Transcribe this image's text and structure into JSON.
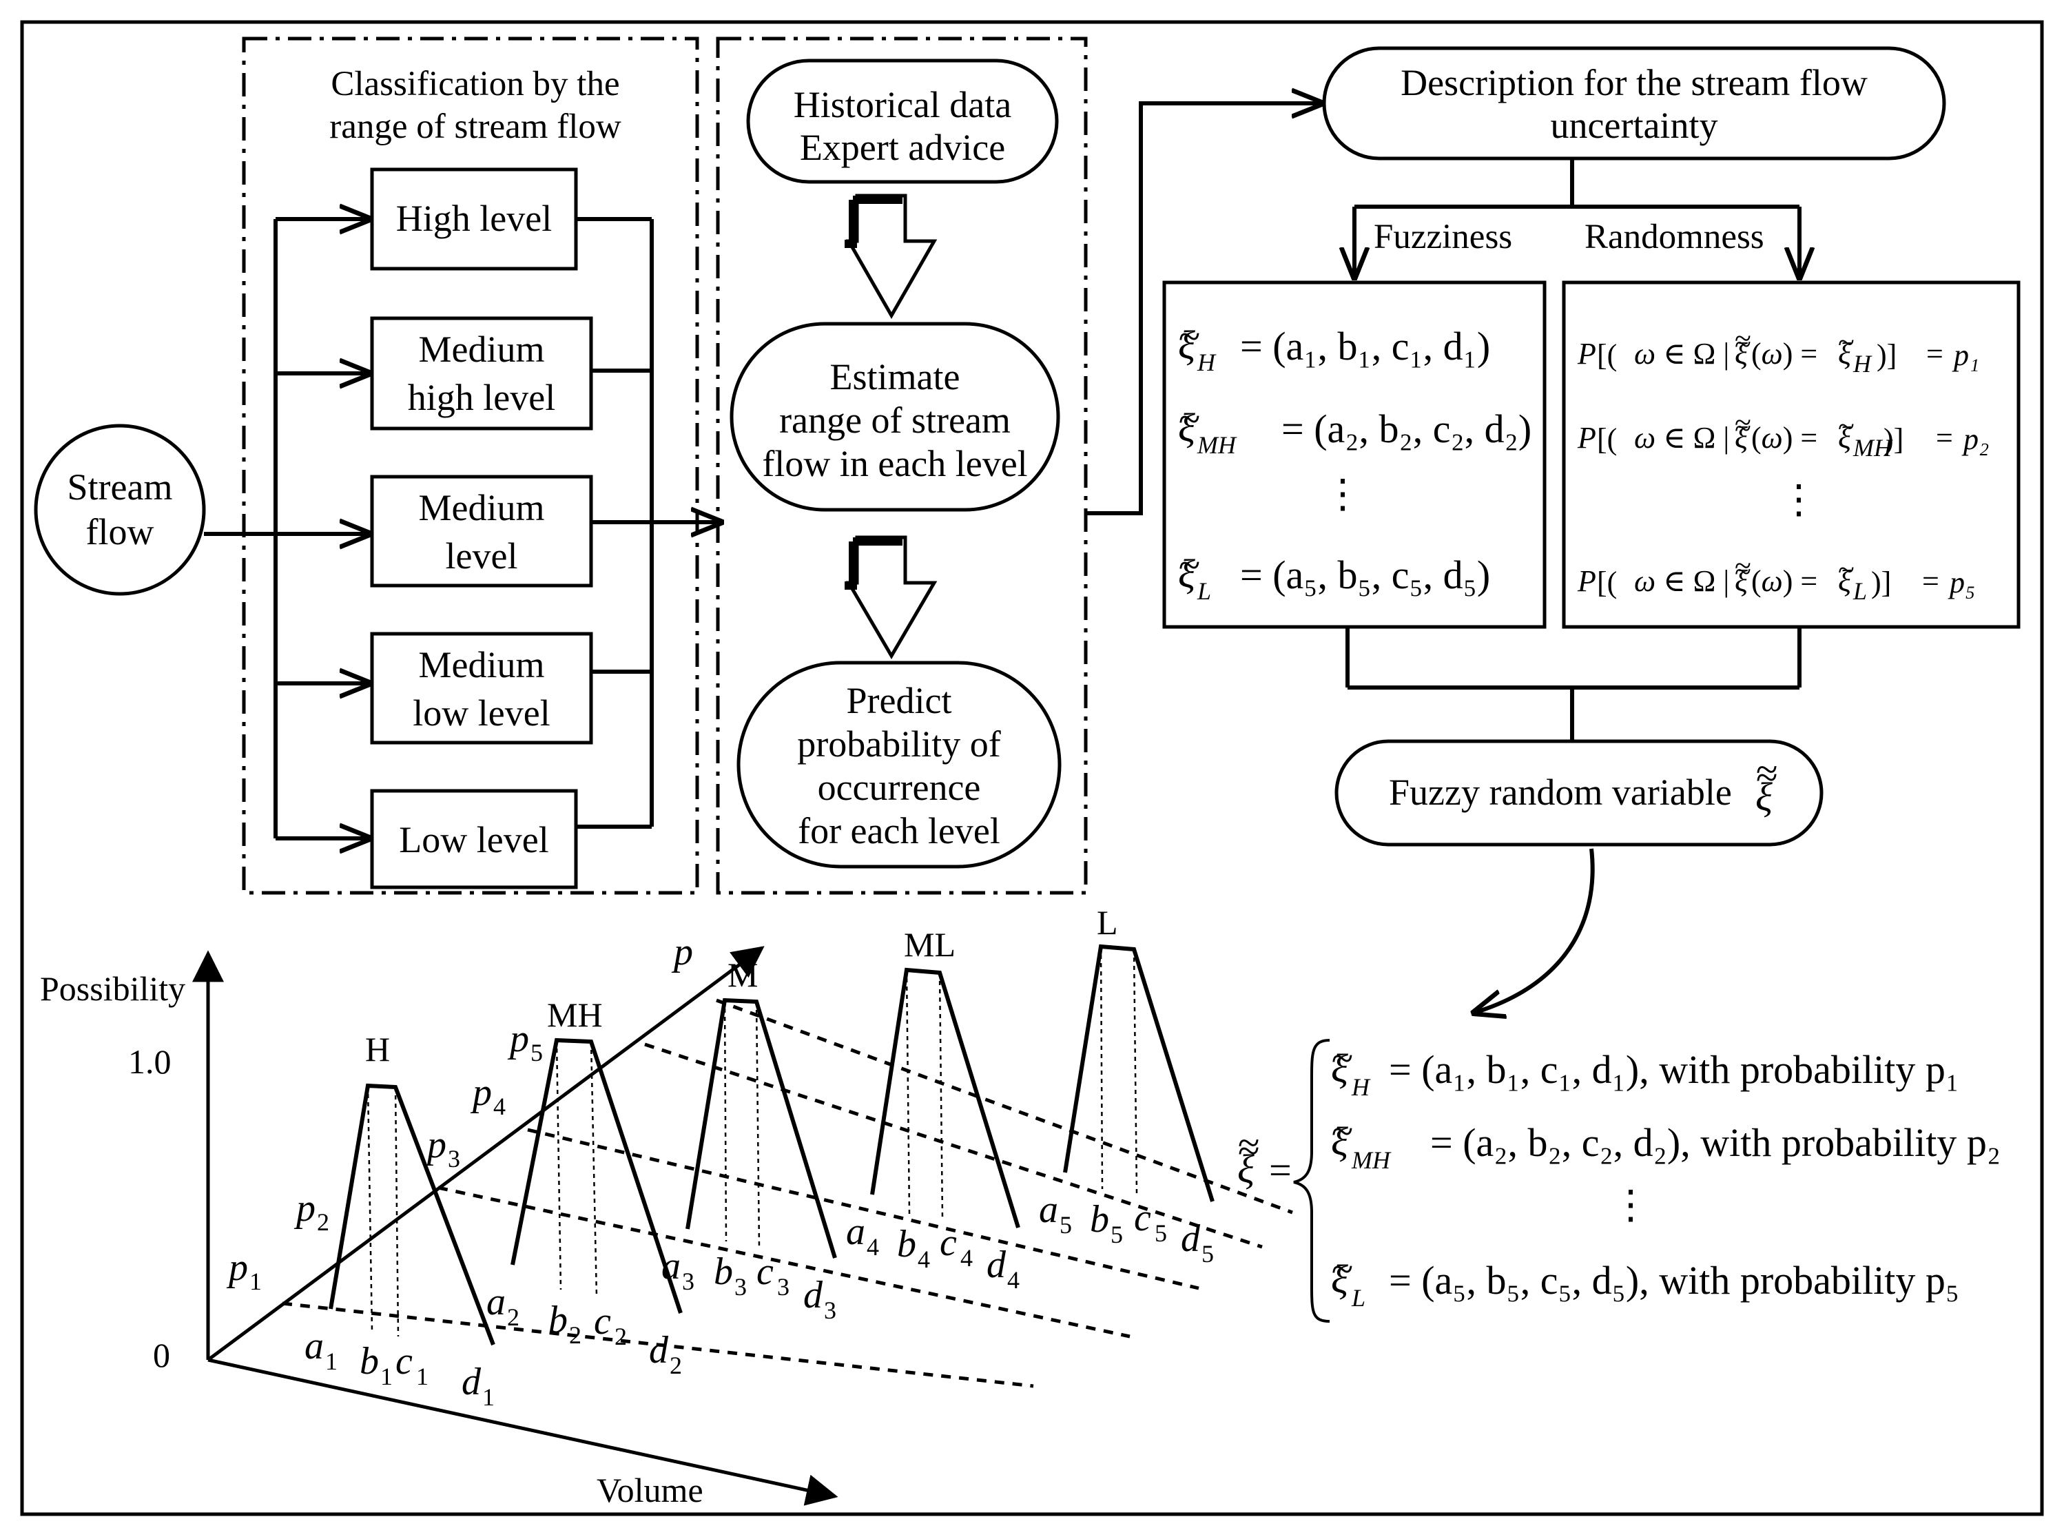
{
  "classification": {
    "title_line1": "Classification by the",
    "title_line2": "range of stream flow",
    "levels": [
      {
        "line1": "High level",
        "line2": ""
      },
      {
        "line1": "Medium",
        "line2": "high level"
      },
      {
        "line1": "Medium",
        "line2": "level"
      },
      {
        "line1": "Medium",
        "line2": "low level"
      },
      {
        "line1": "Low level",
        "line2": ""
      }
    ]
  },
  "stream_flow": {
    "line1": "Stream",
    "line2": "flow"
  },
  "process": {
    "historical_line1": "Historical data",
    "historical_line2": "Expert advice",
    "estimate_line1": "Estimate",
    "estimate_line2": "range of stream",
    "estimate_line3": "flow in each level",
    "predict_line1": "Predict",
    "predict_line2": "probability of",
    "predict_line3": "occurrence",
    "predict_line4": "for each level"
  },
  "description": {
    "line1": "Description for the stream flow",
    "line2": "uncertainty",
    "fuzziness": "Fuzziness",
    "randomness": "Randomness"
  },
  "fuzzy_box": {
    "rows": [
      {
        "sub": "H",
        "rhs": "= (a₁, b₁, c₁, d₁)"
      },
      {
        "sub": "MH",
        "rhs": "= (a₂, b₂, c₂, d₂)"
      },
      {
        "sub": "L",
        "rhs": "= (a₅, b₅, c₅, d₅)"
      }
    ],
    "ellipsis": "⋮"
  },
  "random_box": {
    "rows": [
      {
        "sub": "H",
        "p": "p₁"
      },
      {
        "sub": "MH",
        "p": "p₂"
      },
      {
        "sub": "L",
        "p": "p₅"
      }
    ],
    "ellipsis": "⋮"
  },
  "frv": {
    "label": "Fuzzy random variable"
  },
  "chart": {
    "y_label": "Possibility",
    "y_max": "1.0",
    "origin": "0",
    "x_label": "Volume",
    "depth_label": "p",
    "peaks": [
      "H",
      "MH",
      "M",
      "ML",
      "L"
    ],
    "probs": [
      "p",
      "p",
      "p",
      "p",
      "p"
    ],
    "prob_subs": [
      "1",
      "2",
      "3",
      "4",
      "5"
    ],
    "point_letters": [
      "a",
      "b",
      "c",
      "d"
    ]
  },
  "result": {
    "rows": [
      {
        "sub": "H",
        "rhs": "= (a₁, b₁, c₁, d₁), with probability p₁"
      },
      {
        "sub": "MH",
        "rhs": "= (a₂, b₂, c₂, d₂), with probability p₂"
      },
      {
        "sub": "L",
        "rhs": "= (a₅, b₅, c₅, d₅), with probability p₅"
      }
    ],
    "ellipsis": "⋮",
    "lhs": "="
  }
}
